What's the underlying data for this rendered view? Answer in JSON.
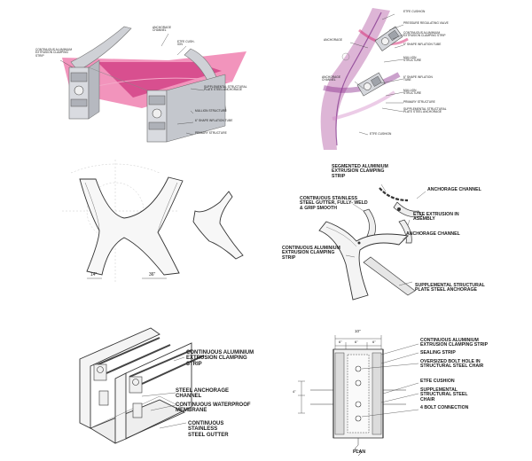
{
  "colors": {
    "accent_magenta": "#d6246e",
    "accent_purple": "#7a2a86",
    "line": "#333333",
    "metal": "#c9cbd0",
    "metal_dark": "#8d9097"
  },
  "panel1": {
    "labels": [
      "ANCHORAGE\nCHANNEL",
      "ETFE CUSH-\nION",
      "CONTINUOUS ALUMINIUM\nEXTRUSION CLAMPING\nSTRIP",
      "SUPPLEMENTAL STRUCTURAL\nPLATE STEEL ANCHORAGE",
      "MULLION STRUCTURE",
      "6\" SHAPE INFLATION TUBE",
      "PRIMARY STRUCTURE"
    ]
  },
  "panel2": {
    "labels": [
      "ETFE CUSHION",
      "PRESSURE REGULATING VALVE",
      "CONTINUOUS ALUMINIUM\nEXTRUSION CLAMPING STRIP",
      "6\" SHAPE INFLATION TUBE",
      "ANCHORAGE",
      "MULLION\nSTRUCTURE",
      "6\" SHAPE INFLATION\nTUBE",
      "ANCHORAGE\nCHANNEL",
      "MULLION\nSTRUCTURE",
      "PRIMARY STRUCTURE",
      "SUPPLEMENTAL STRUCTURAL\nPLATE STEEL ANCHORAGE",
      "ETFE CUSHION"
    ]
  },
  "panel3": {
    "dim_left": "14\"",
    "dim_right": "36\""
  },
  "panel4": {
    "labels": [
      "SEGMENTED ALUMINIUM\nEXTRUSION CLAMPING\nSTRIP",
      "ANCHORAGE CHANNEL",
      "CONTINUOUS STAINLESS\nSTEEL GUTTER, FULLY- WELD\n& GRIP SMOOTH",
      "ETFE EXTRUSION IN\nASEMBLY",
      "ANCHORAGE CHANNEL",
      "CONTINUOUS ALUMINIUM\nEXTRUSION CLAMPING\nSTRIP",
      "SUPPLEMENTAL STRUCTURAL\nPLATE STEEL ANCHORAGE"
    ]
  },
  "panel5": {
    "labels": [
      "CONTINUOUS ALUMINIUM\nEXTRUSION CLAMPING\nSTRIP",
      "STEEL ANCHORAGE\nCHANNEL",
      "CONTINUOUS WATERPROOF\nMEMBRANE",
      "CONTINUOUS\nSTAINLESS\nSTEEL GUTTER"
    ]
  },
  "panel6": {
    "dims": [
      "10\"",
      "6\"",
      "6\"",
      "6\"",
      "4\""
    ],
    "labels": [
      "CONTINUOUS ALUMINIUM\nEXTRUSION CLAMPING STRIP",
      "SEALING STRIP",
      "OVERSIZED BOLT HOLE IN\nSTRUCTURAL STEEL CHAIR",
      "ETFE CUSHION",
      "SUPPLEMENTAL\nSTRUCTURAL STEEL\nCHAIR",
      "4 BOLT CONNECTION"
    ],
    "caption": "PLAN"
  }
}
